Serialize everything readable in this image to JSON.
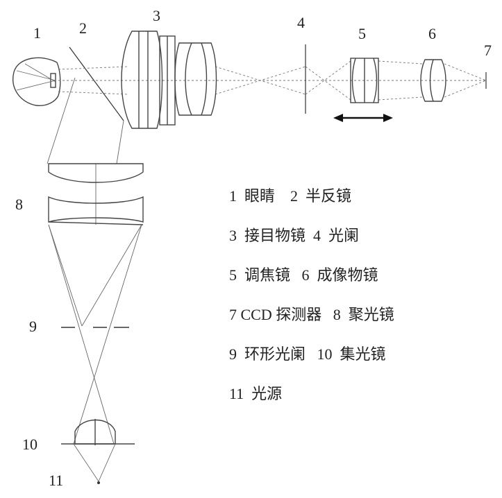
{
  "labels": [
    "1",
    "2",
    "3",
    "4",
    "5",
    "6",
    "7",
    "8",
    "9",
    "10",
    "11"
  ],
  "legend": [
    "1  眼睛    2  半反镜",
    "3  接目物镜  4  光阑",
    "5  调焦镜   6  成像物镜",
    "7 CCD 探测器   8  聚光镜",
    "9  环形光阑   10  集光镜",
    "11  光源"
  ]
}
